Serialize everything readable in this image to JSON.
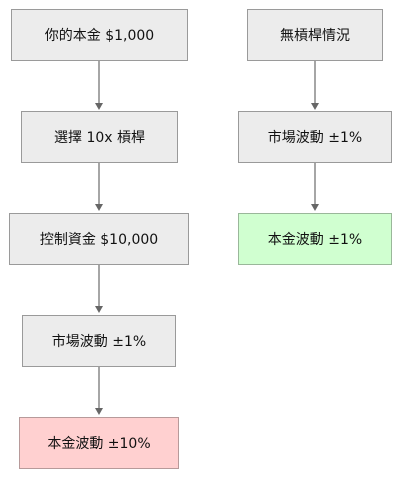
{
  "left_flow": {
    "step1": "你的本金 $1,000",
    "step2": "選擇 10x 槓桿",
    "step3": "控制資金 $10,000",
    "step4": "市場波動 ±1%",
    "step5": "本金波動 ±10%"
  },
  "right_flow": {
    "step1": "無槓桿情況",
    "step2": "市場波動 ±1%",
    "step3": "本金波動 ±1%"
  },
  "colors": {
    "node_default": "#ececec",
    "node_bad": "#ffd0d0",
    "node_good": "#d0ffd0",
    "edge": "#777777"
  }
}
